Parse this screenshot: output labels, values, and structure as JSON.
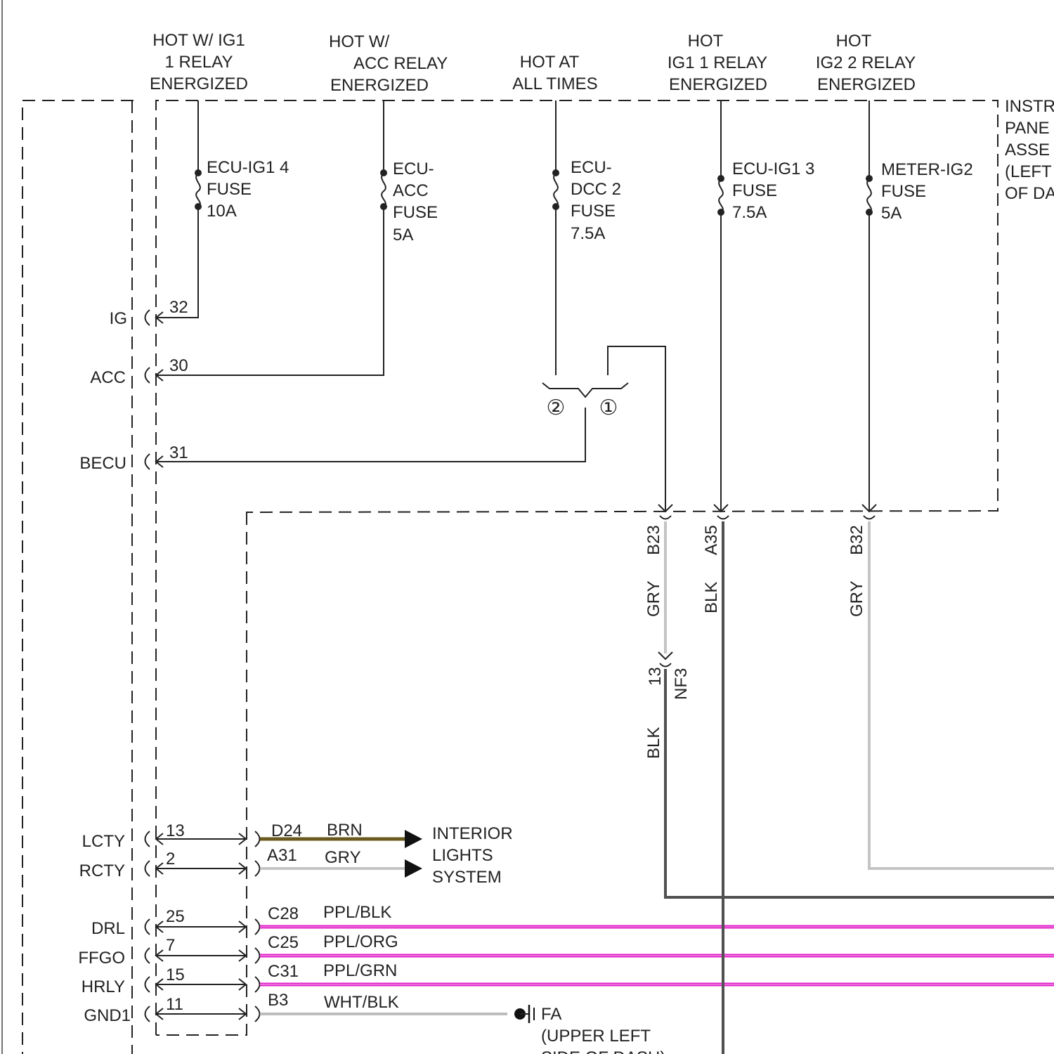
{
  "headers": {
    "ig1_relay": [
      "HOT W/ IG1",
      "1 RELAY",
      "ENERGIZED"
    ],
    "acc_relay": [
      "HOT W/",
      "ACC RELAY",
      "ENERGIZED"
    ],
    "all_times": [
      "HOT AT",
      "ALL TIMES"
    ],
    "ig1_1_relay": [
      "HOT",
      "IG1 1 RELAY",
      "ENERGIZED"
    ],
    "ig2_2_relay": [
      "HOT",
      "IG2 2 RELAY",
      "ENERGIZED"
    ]
  },
  "junction_block_label": [
    "INSTR",
    "PANE",
    "ASSE",
    "(LEFT",
    "OF DA"
  ],
  "fuses": {
    "ecu_ig1_4": [
      "ECU-IG1 4",
      "FUSE",
      "10A"
    ],
    "ecu_acc": [
      "ECU-",
      "ACC",
      "FUSE",
      "5A"
    ],
    "ecu_dcc_2": [
      "ECU-",
      "DCC 2",
      "FUSE",
      "7.5A"
    ],
    "ecu_ig1_3": [
      "ECU-IG1 3",
      "FUSE",
      "7.5A"
    ],
    "meter_ig2": [
      "METER-IG2",
      "FUSE",
      "5A"
    ]
  },
  "splice": {
    "pin2": "②",
    "pin1": "①"
  },
  "ecu_terminals": {
    "IG": {
      "name": "IG",
      "pin": "32"
    },
    "ACC": {
      "name": "ACC",
      "pin": "30"
    },
    "BECU": {
      "name": "BECU",
      "pin": "31"
    },
    "LCTY": {
      "name": "LCTY",
      "pin": "13"
    },
    "RCTY": {
      "name": "RCTY",
      "pin": "2"
    },
    "DRL": {
      "name": "DRL",
      "pin": "25"
    },
    "FFGO": {
      "name": "FFGO",
      "pin": "7"
    },
    "HRLY": {
      "name": "HRLY",
      "pin": "15"
    },
    "GND1": {
      "name": "GND1",
      "pin": "11"
    }
  },
  "vertical_connectors": {
    "b23": {
      "pin": "B23",
      "color": "GRY"
    },
    "a35": {
      "pin": "A35",
      "color": "BLK"
    },
    "b32": {
      "pin": "B32",
      "color": "GRY"
    },
    "nf3": {
      "pin": "13",
      "connector": "NF3",
      "color_after": "BLK"
    }
  },
  "output_wires": {
    "d24": {
      "pin": "D24",
      "color": "BRN"
    },
    "a31": {
      "pin": "A31",
      "color": "GRY"
    },
    "c28": {
      "pin": "C28",
      "color": "PPL/BLK"
    },
    "c25": {
      "pin": "C25",
      "color": "PPL/ORG"
    },
    "c31": {
      "pin": "C31",
      "color": "PPL/GRN"
    },
    "b3": {
      "pin": "B3",
      "color": "WHT/BLK"
    }
  },
  "destinations": {
    "interior_lights": [
      "INTERIOR",
      "LIGHTS",
      "SYSTEM"
    ],
    "ground_fa": [
      "FA",
      "(UPPER LEFT",
      "SIDE OF DASH)"
    ]
  },
  "wire_colors": {
    "brown": "#6b5a1e",
    "gray": "#c4c4c4",
    "black": "#505050",
    "purple": "#e020c8",
    "purple_core": "#f080e0",
    "white_black": "#bdbdbd"
  }
}
